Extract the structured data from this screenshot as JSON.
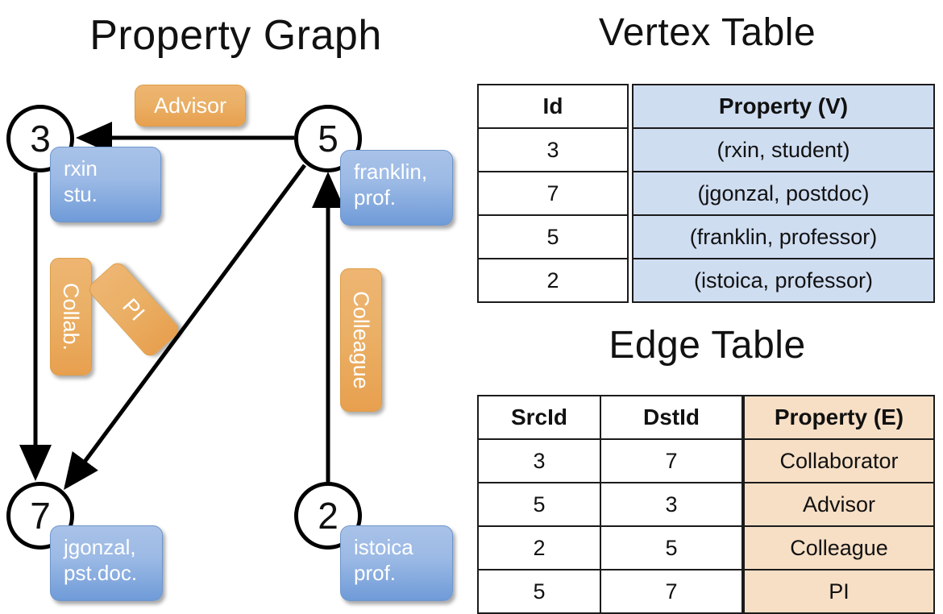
{
  "titles": {
    "property_graph": "Property Graph",
    "vertex_table": "Vertex Table",
    "edge_table": "Edge Table"
  },
  "graph": {
    "vertices": [
      {
        "id": "3",
        "property": "rxin\nstu.",
        "line1": "rxin",
        "line2": "stu."
      },
      {
        "id": "5",
        "property": "franklin, prof.",
        "line1": "franklin,",
        "line2": "prof."
      },
      {
        "id": "7",
        "property": "jgonzal, pst.doc.",
        "line1": "jgonzal,",
        "line2": "pst.doc."
      },
      {
        "id": "2",
        "property": "istoica prof.",
        "line1": "istoica",
        "line2": "prof."
      }
    ],
    "edge_labels": [
      {
        "name": "advisor",
        "text": "Advisor",
        "orientation": "horizontal"
      },
      {
        "name": "collab",
        "text": "Collab.",
        "orientation": "vertical"
      },
      {
        "name": "pi",
        "text": "PI",
        "orientation": "diagonal"
      },
      {
        "name": "colleague",
        "text": "Colleague",
        "orientation": "vertical"
      }
    ],
    "edges": [
      {
        "from": "5",
        "to": "3",
        "label": "Advisor"
      },
      {
        "from": "3",
        "to": "7",
        "label": "Collab."
      },
      {
        "from": "5",
        "to": "7",
        "label": "PI"
      },
      {
        "from": "2",
        "to": "5",
        "label": "Colleague"
      }
    ]
  },
  "vertex_table": {
    "headers": {
      "id": "Id",
      "property": "Property (V)"
    },
    "rows": [
      {
        "id": "3",
        "property": "(rxin, student)"
      },
      {
        "id": "7",
        "property": "(jgonzal, postdoc)"
      },
      {
        "id": "5",
        "property": "(franklin, professor)"
      },
      {
        "id": "2",
        "property": "(istoica, professor)"
      }
    ]
  },
  "edge_table": {
    "headers": {
      "src": "SrcId",
      "dst": "DstId",
      "property": "Property (E)"
    },
    "rows": [
      {
        "src": "3",
        "dst": "7",
        "property": "Collaborator"
      },
      {
        "src": "5",
        "dst": "3",
        "property": "Advisor"
      },
      {
        "src": "2",
        "dst": "5",
        "property": "Colleague"
      },
      {
        "src": "5",
        "dst": "7",
        "property": "PI"
      }
    ]
  },
  "colors": {
    "vertex_property_fill": "#9cbae5",
    "edge_label_fill": "#eab066",
    "vertex_table_property_fill": "#cfddf1",
    "edge_table_property_fill": "#f7dfc6",
    "stroke": "#000000",
    "background": "#ffffff"
  }
}
